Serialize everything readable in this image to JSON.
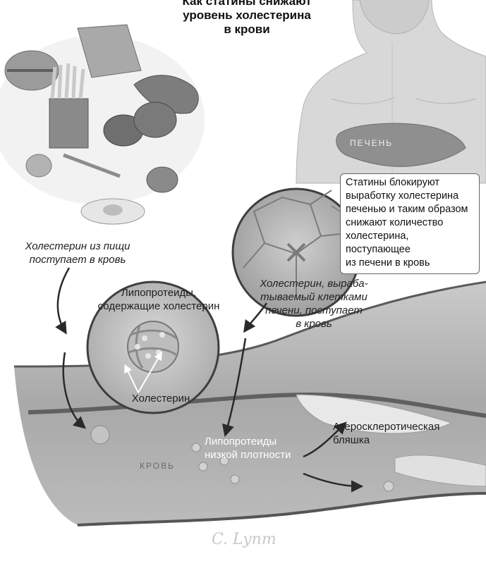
{
  "title": [
    "Как статины снижают",
    "уровень холестерина",
    "в крови"
  ],
  "labels": {
    "liver": "ПЕЧЕНЬ",
    "blood": "КРОВЬ",
    "statin_note": [
      "Статины блокируют",
      "выработку холестерина",
      "печенью и таким образом",
      "снижают количество",
      "холестерина, поступающее",
      "из печени в кровь"
    ],
    "food_cholesterol": [
      "Холестерин из пищи",
      "поступает в кровь"
    ],
    "liver_cholesterol": [
      "Холестерин, выраба-",
      "тываемый клетками",
      "печени, поступает",
      "в кровь"
    ],
    "lipoproteins": [
      "Липопротеиды,",
      "содержащие холестерин"
    ],
    "cholesterol": "Холестерин",
    "ldl": [
      "Липопротеиды",
      "низкой плотности"
    ],
    "plaque": [
      "Атеросклеротическая",
      "бляшка"
    ]
  },
  "signature": "C. Lynm",
  "colors": {
    "vessel": "#9d9d9d",
    "vessel_dark": "#5a5a5a",
    "skin": "#cdcdcd",
    "liver": "#8f8f8f",
    "arrow": "#2a2a2a"
  }
}
